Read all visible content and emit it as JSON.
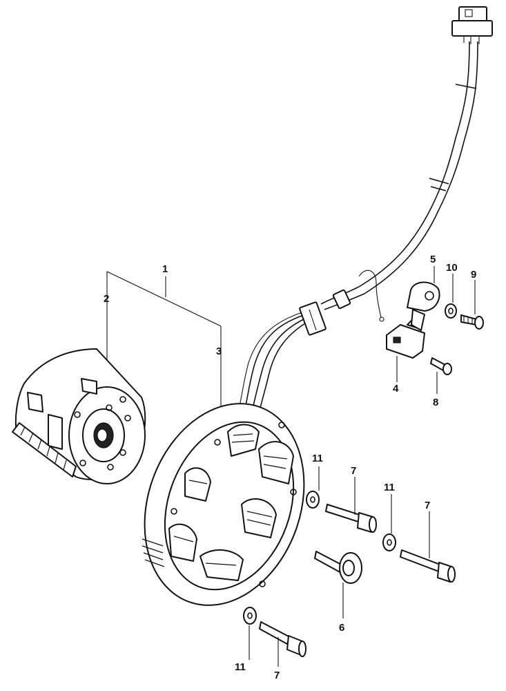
{
  "callouts": {
    "c1": "1",
    "c2": "2",
    "c3": "3",
    "c4": "4",
    "c5": "5",
    "c6": "6",
    "c7a": "7",
    "c7b": "7",
    "c7c": "7",
    "c8": "8",
    "c9": "9",
    "c10": "10",
    "c11a": "11",
    "c11b": "11",
    "c11c": "11"
  }
}
